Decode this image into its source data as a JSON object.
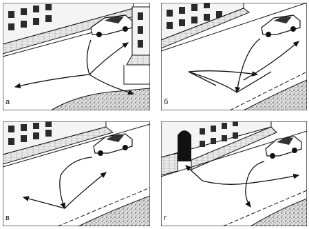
{
  "panels": [
    {
      "id": "a",
      "label": "а"
    },
    {
      "id": "b",
      "label": "б"
    },
    {
      "id": "v",
      "label": "в"
    },
    {
      "id": "g",
      "label": "г"
    }
  ],
  "colors": {
    "ink": "#111111",
    "paper": "#ffffff",
    "window": "#2a2a2a",
    "shade": "#bdbdbd",
    "gravel": "#d7d7d7"
  }
}
